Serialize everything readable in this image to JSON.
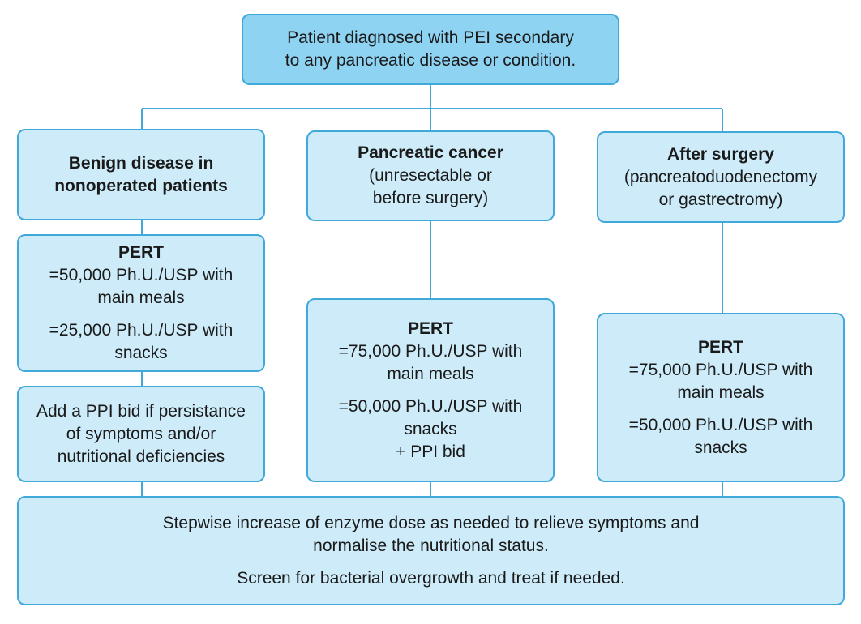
{
  "top": {
    "line1": "Patient diagnosed with PEI secondary",
    "line2": "to any pancreatic disease or condition."
  },
  "benign": {
    "title1": "Benign disease in",
    "title2": "nonoperated patients",
    "pert": {
      "title": "PERT",
      "main1": "=50,000 Ph.U./USP with",
      "main2": "main meals",
      "snack1": "=25,000 Ph.U./USP with",
      "snack2": "snacks"
    },
    "ppi": {
      "line1": "Add a PPI bid if persistance",
      "line2": "of symptoms and/or",
      "line3": "nutritional deficiencies"
    }
  },
  "cancer": {
    "title": "Pancreatic cancer",
    "sub1": "(unresectable or",
    "sub2": "before surgery)",
    "pert": {
      "title": "PERT",
      "main1": "=75,000 Ph.U./USP with",
      "main2": "main meals",
      "snack1": "=50,000 Ph.U./USP with",
      "snack2": "snacks",
      "extra": "+ PPI bid"
    }
  },
  "surgery": {
    "title": "After surgery",
    "sub1": "(pancreatoduodenectomy",
    "sub2": "or gastrectromy)",
    "pert": {
      "title": "PERT",
      "main1": "=75,000 Ph.U./USP with",
      "main2": "main meals",
      "snack1": "=50,000 Ph.U./USP with",
      "snack2": "snacks"
    }
  },
  "bottom": {
    "line1": "Stepwise increase of enzyme dose as needed to relieve symptoms and",
    "line2": "normalise the nutritional status.",
    "line3": "Screen for bacterial overgrowth and treat if needed."
  },
  "colors": {
    "border": "#3fa9d9",
    "box_fill": "#cdebf8",
    "top_fill": "#8fd3f3"
  }
}
